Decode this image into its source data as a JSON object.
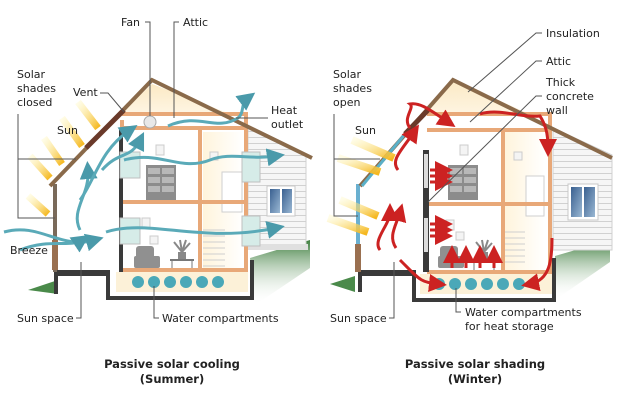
{
  "left_panel": {
    "caption_line1": "Passive solar cooling",
    "caption_line2": "(Summer)",
    "labels": {
      "fan": "Fan",
      "attic": "Attic",
      "solar_shades_1": "Solar",
      "solar_shades_2": "shades",
      "solar_shades_3": "closed",
      "vent": "Vent",
      "sun": "Sun",
      "heat_outlet_1": "Heat",
      "heat_outlet_2": "outlet",
      "breeze": "Breeze",
      "sun_space": "Sun space",
      "water_compartments": "Water compartments"
    },
    "air_flow": "breeze",
    "water_compartment_count": 6
  },
  "right_panel": {
    "caption_line1": "Passive solar shading",
    "caption_line2": "(Winter)",
    "labels": {
      "solar_shades_1": "Solar",
      "solar_shades_2": "shades",
      "solar_shades_3": "open",
      "sun": "Sun",
      "insulation": "Insulation",
      "attic": "Attic",
      "thick_wall_1": "Thick",
      "thick_wall_2": "concrete",
      "thick_wall_3": "wall",
      "sun_space": "Sun space",
      "water_1": "Water compartments",
      "water_2": "for heat storage"
    },
    "air_flow": "heat",
    "water_compartment_count": 6
  },
  "colors": {
    "roof": "#8a6a4a",
    "frame": "#e8a878",
    "breeze": "#5aaab8",
    "heat": "#cc2222",
    "sun": "#f5c830",
    "water": "#4aa8b8",
    "foundation": "#3a3a3a",
    "grass": "#4a8a4a"
  }
}
